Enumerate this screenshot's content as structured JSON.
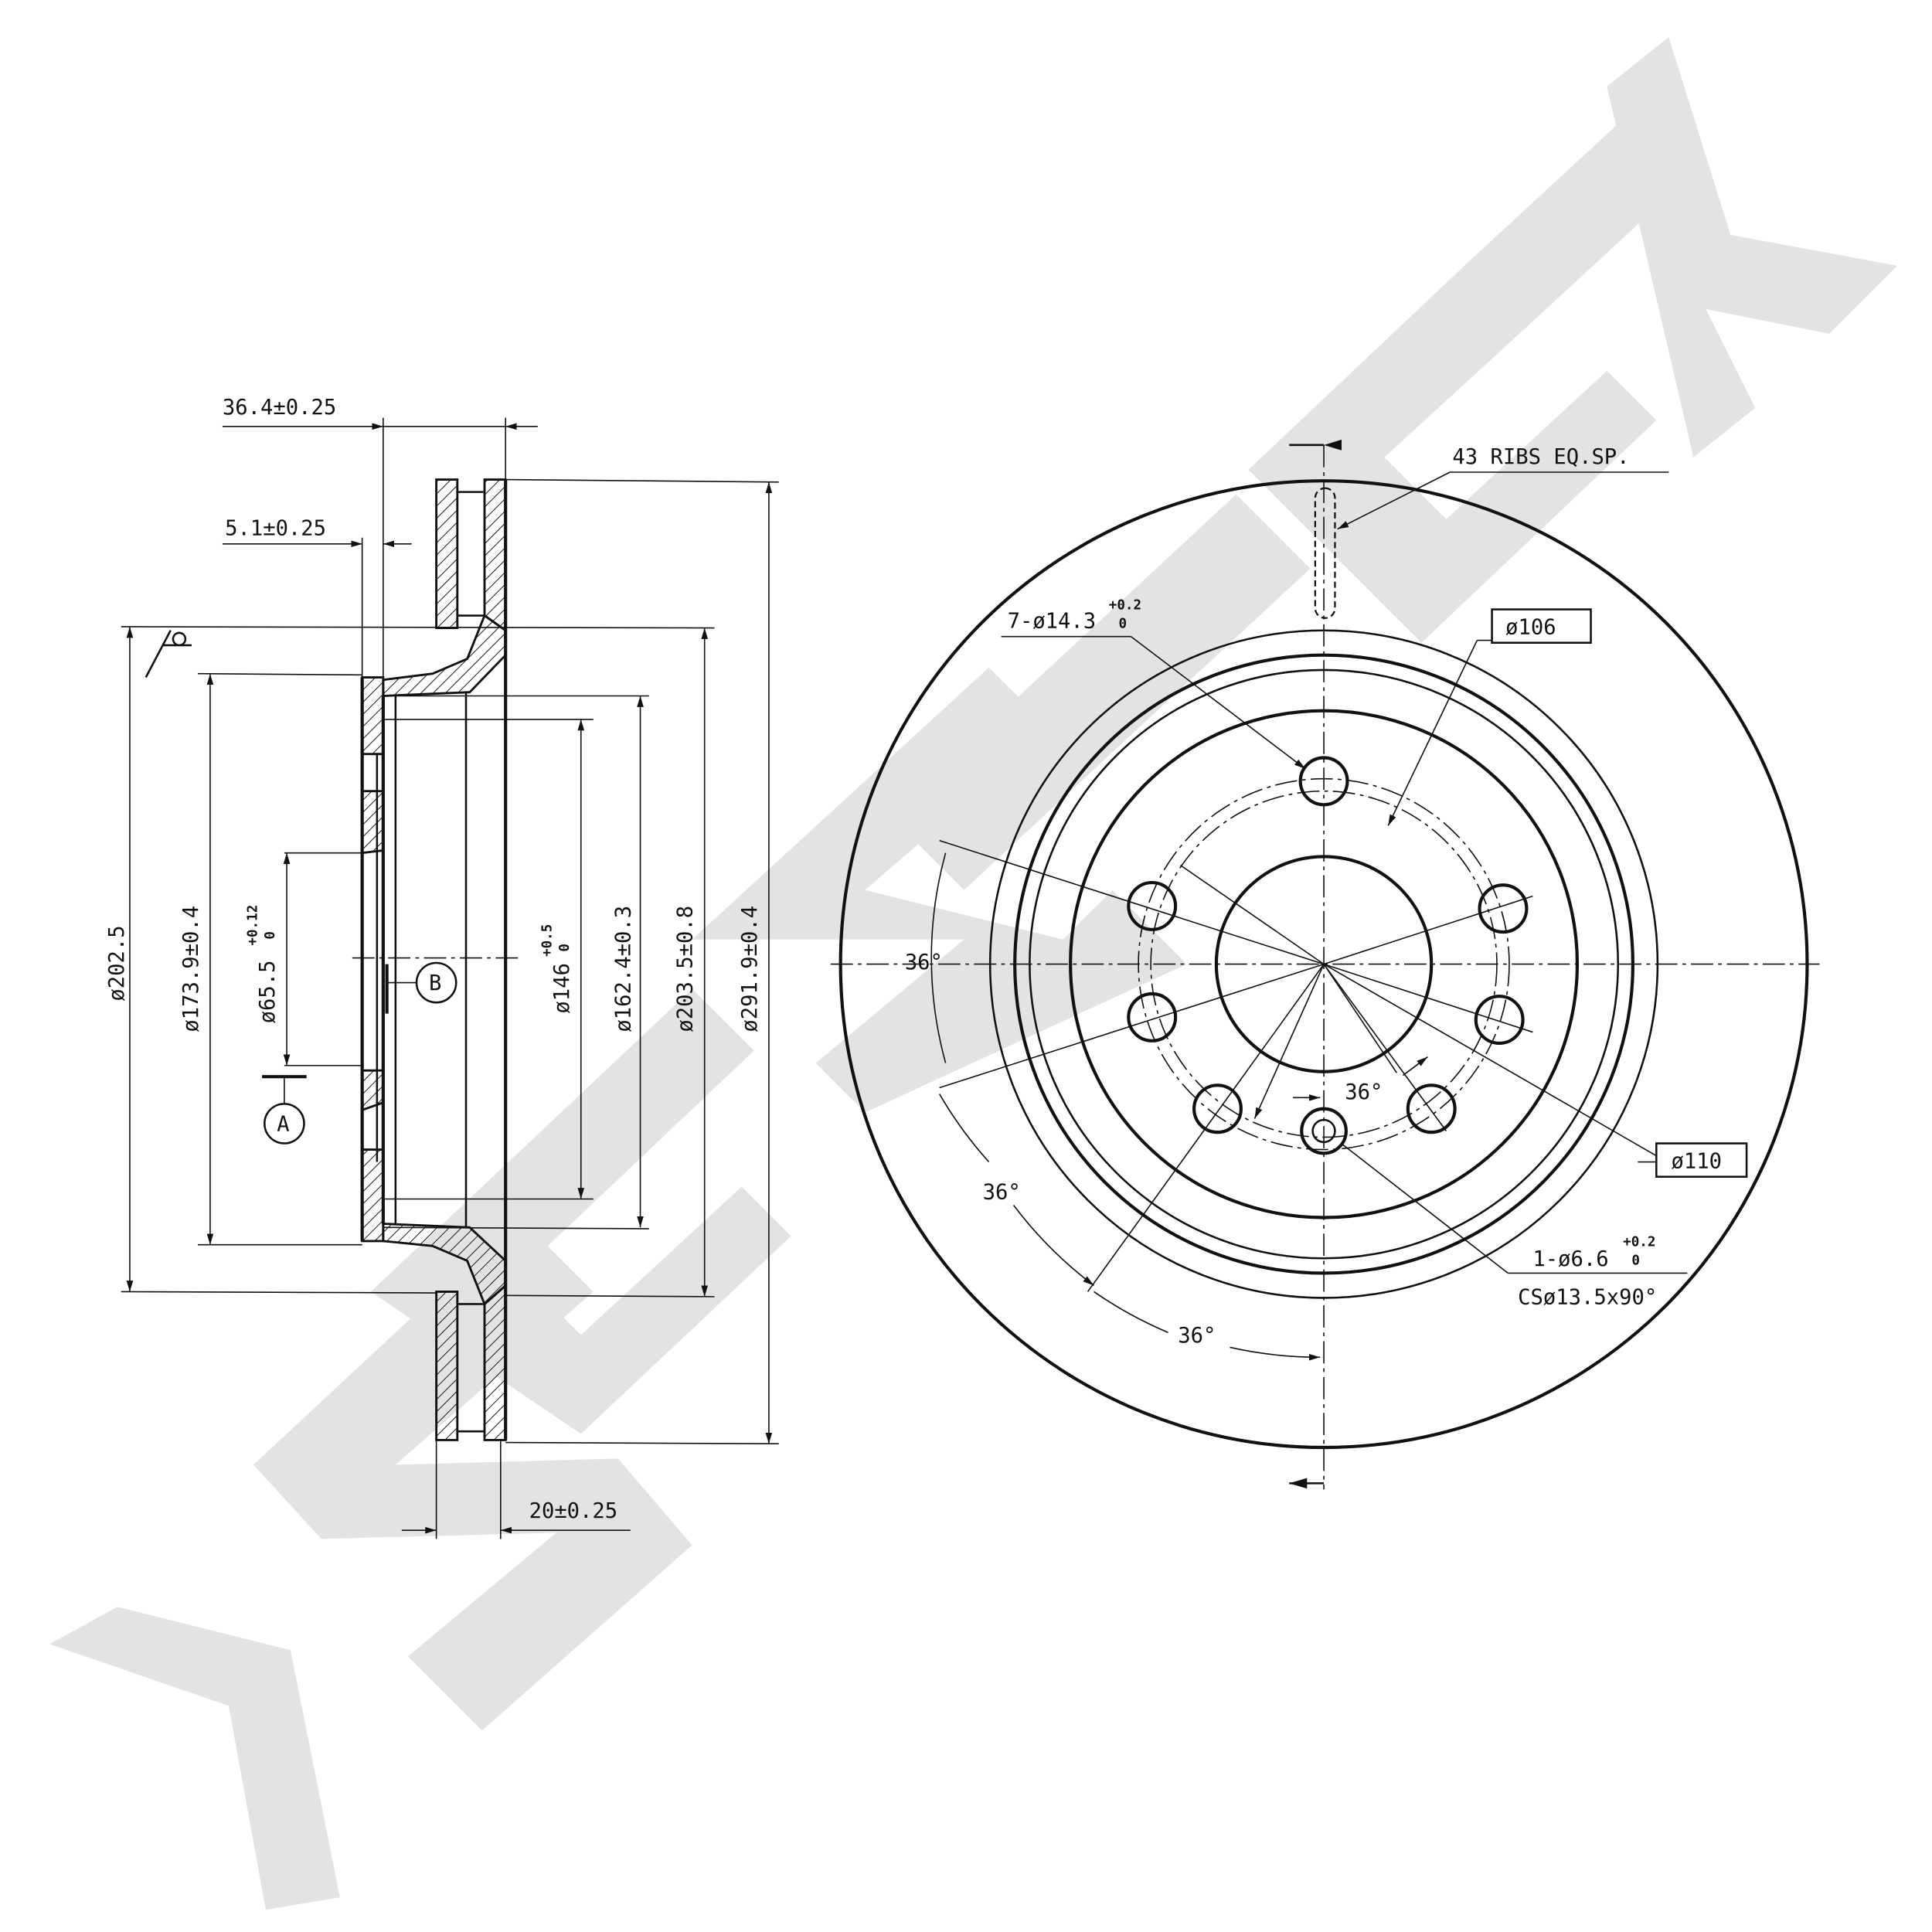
{
  "colors": {
    "ink": "#111111",
    "watermark": "#e3e3e3",
    "background": "#ffffff"
  },
  "section_view": {
    "dims": {
      "hat_height": "36.4±0.25",
      "flange_thickness": "5.1±0.25",
      "dia_202": "ø202.5",
      "dia_173": "ø173.9±0.4",
      "dia_65": "ø65.5",
      "dia_65_tol_up": "+0.12",
      "dia_65_tol_low": "0",
      "dia_146": "ø146",
      "dia_146_tol_up": "+0.5",
      "dia_146_tol_low": "0",
      "dia_162": "ø162.4±0.3",
      "dia_203": "ø203.5±0.8",
      "dia_291": "ø291.9±0.4",
      "thickness": "20±0.25"
    },
    "datum_a": "A",
    "datum_b": "B"
  },
  "front_view": {
    "ribs_note": "43 RIBS EQ.SP.",
    "bolt_holes": "7-ø14.3",
    "bolt_holes_tol_up": "+0.2",
    "bolt_holes_tol_low": "0",
    "dia_106": "ø106",
    "dia_110": "ø110",
    "pin_hole": "1-ø6.6",
    "pin_hole_tol_up": "+0.2",
    "pin_hole_tol_low": "0",
    "countersink": "CSø13.5x90°",
    "angles": [
      "36°",
      "36°",
      "36°",
      "36°"
    ]
  }
}
